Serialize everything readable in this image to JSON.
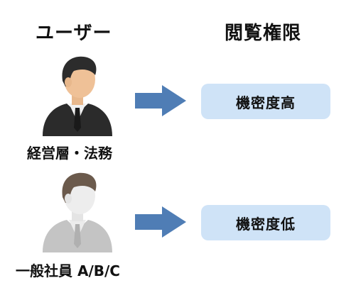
{
  "headers": {
    "user": "ユーザー",
    "permission": "閲覧権限"
  },
  "rows": [
    {
      "person_label": "経営層・法務",
      "permission_label": "機密度高"
    },
    {
      "person_label": "一般社員 A/B/C",
      "permission_label": "機密度低"
    }
  ],
  "colors": {
    "arrow": "#4f7db5",
    "permission_box": "#cfe3f7",
    "exec_suit": "#2b2b2b",
    "employee_suit": "#c4c4c4"
  },
  "icons": {
    "exec": "businessman-dark-suit-icon",
    "employee": "businessman-light-suit-icon",
    "arrow": "right-arrow-icon"
  }
}
